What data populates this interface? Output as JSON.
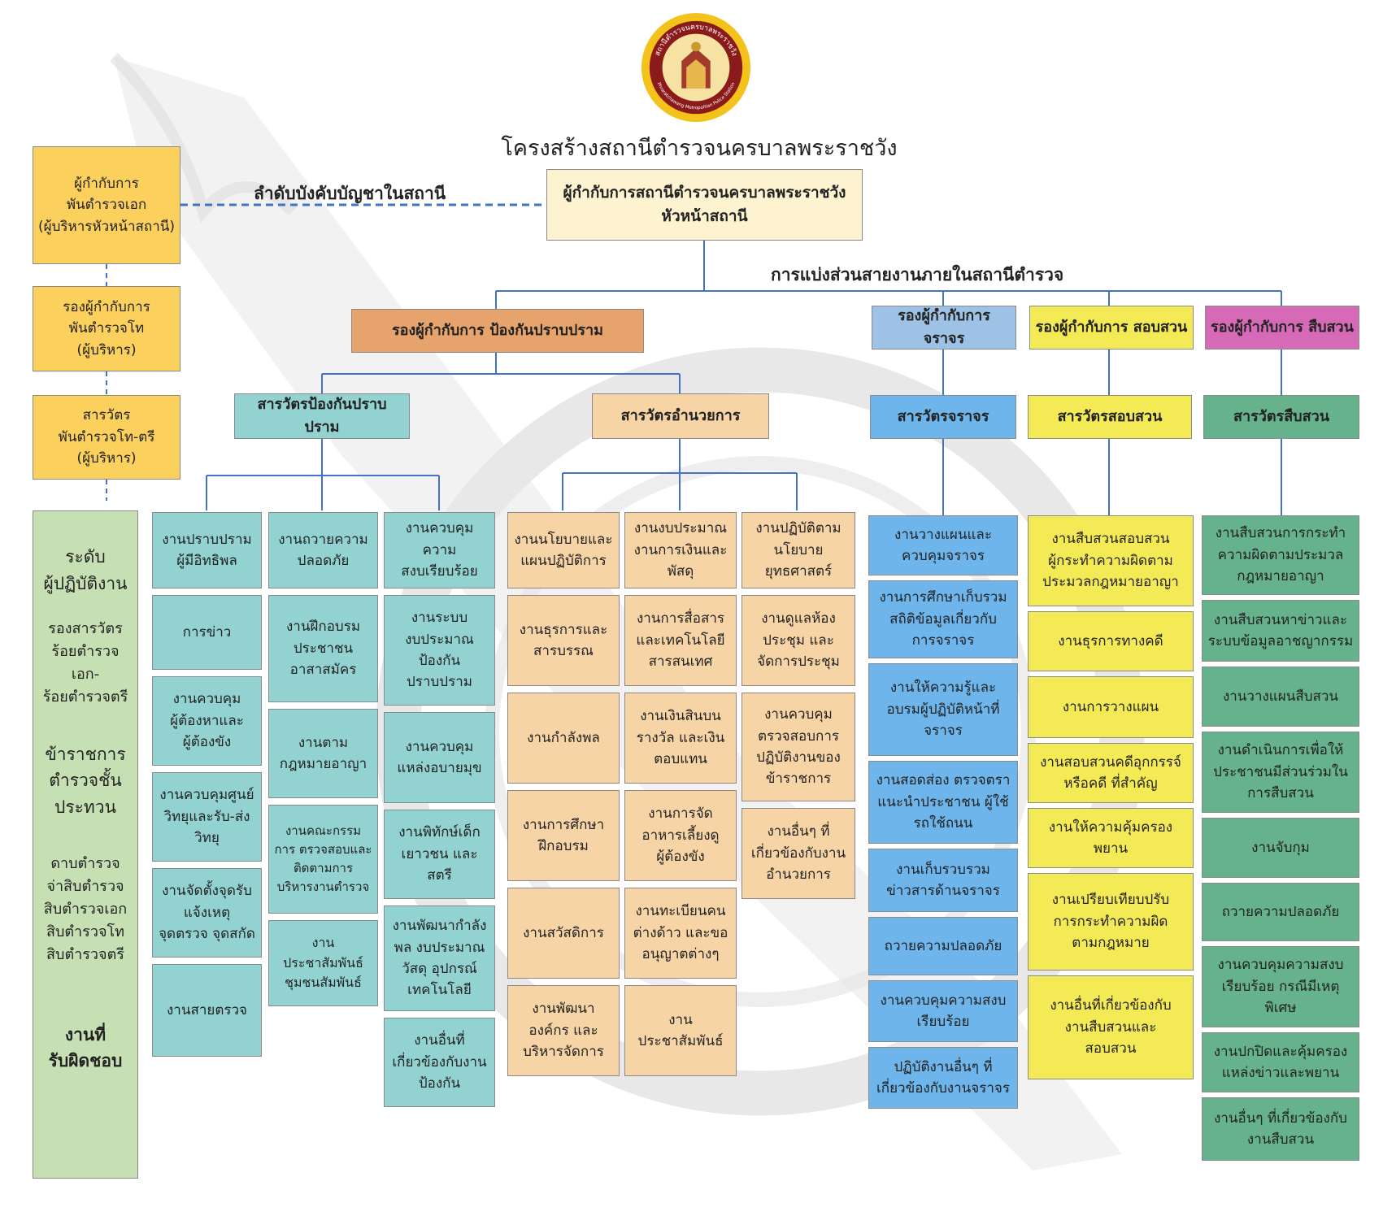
{
  "title": "โครงสร้างสถานีตำรวจนครบาลพระราชวัง",
  "logo": {
    "ring_text_top": "สถานีตำรวจนครบาลพระราชวัง",
    "ring_text_bottom": "Phraratchawang Metropolitan Police Station"
  },
  "labels": {
    "command_chain": "ลำดับบังคับบัญชาในสถานี",
    "division": "การแบ่งส่วนสายงานภายในสถานีตำรวจ"
  },
  "head": "ผู้กำกับการสถานีตำรวจนครบาลพระราชวัง\nหัวหน้าสถานี",
  "left_column": {
    "rank1": "ผู้กำกับการ\nพันตำรวจเอก\n(ผู้บริหารหัวหน้าสถานี)",
    "rank2": "รองผู้กำกับการ\nพันตำรวจโท\n(ผู้บริหาร)",
    "rank3": "สารวัตร\nพันตำรวจโท-ตรี\n(ผู้บริหาร)",
    "operator": {
      "level": "ระดับ\nผู้ปฏิบัติงาน",
      "deputy_inspector": "รองสารวัตร\nร้อยตำรวจเอก-\nร้อยตำรวจตรี",
      "commissioned": "ข้าราชการ\nตำรวจชั้น\nประทวน",
      "ranks": "ดาบตำรวจ\nจ่าสิบตำรวจ\nสิบตำรวจเอก\nสิบตำรวจโท\nสิบตำรวจตรี",
      "duty": "งานที่\nรับผิดชอบ"
    }
  },
  "deputies": {
    "prevention": "รองผู้กำกับการ ป้องกันปราบปราม",
    "traffic": "รองผู้กำกับการ จราจร",
    "investigation": "รองผู้กำกับการ สอบสวน",
    "intelligence": "รองผู้กำกับการ สืบสวน"
  },
  "inspectors": {
    "prevention": "สารวัตรป้องกันปราบปราม",
    "admin": "สารวัตรอำนวยการ",
    "traffic": "สารวัตรจราจร",
    "investigation": "สารวัตรสอบสวน",
    "intelligence": "สารวัตรสืบสวน"
  },
  "tasks": {
    "prev_col1": [
      "งานปราบปราม\nผู้มีอิทธิพล",
      "การข่าว",
      "งานควบคุม\nผู้ต้องหาและ\nผู้ต้องขัง",
      "งานควบคุมศูนย์\nวิทยุและรับ-ส่ง\nวิทยุ",
      "งานจัดตั้งจุดรับ\nแจ้งเหตุ\nจุดตรวจ จุดสกัด",
      "งานสายตรวจ"
    ],
    "prev_col2": [
      "งานถวายความ\nปลอดภัย",
      "งานฝึกอบรม\nประชาชน\nอาสาสมัคร",
      "งานตาม\nกฎหมายอาญา",
      "งานคณะกรรม\nการ ตรวจสอบและ\nติดตามการ\nบริหารงานตำรวจ",
      "งานประชาสัมพันธ์\nชุมชนสัมพันธ์"
    ],
    "prev_col3": [
      "งานควบคุมความ\nสงบเรียบร้อย",
      "งานระบบ\nงบประมาณ\nป้องกัน\nปราบปราม",
      "งานควบคุม\nแหล่งอบายมุข",
      "งานพิทักษ์เด็ก\nเยาวชน และสตรี",
      "งานพัฒนากำลัง\nพล งบประมาณ\nวัสดุ อุปกรณ์\nเทคโนโลยี",
      "งานอื่นที่\nเกี่ยวข้องกับงาน\nป้องกัน"
    ],
    "admin_col1": [
      "งานนโยบายและ\nแผนปฏิบัติการ",
      "งานธุรการและ\nสารบรรณ",
      "งานกำลังพล",
      "งานการศึกษา\nฝึกอบรม",
      "งานสวัสดิการ",
      "งานพัฒนา\nองค์กร และ\nบริหารจัดการ"
    ],
    "admin_col2": [
      "งานงบประมาณ\nงานการเงินและ\nพัสดุ",
      "งานการสื่อสาร\nและเทคโนโลยี\nสารสนเทศ",
      "งานเงินสินบน\nรางวัล และเงิน\nตอบแทน",
      "งานการจัด\nอาหารเลี้ยงดู\nผู้ต้องขัง",
      "งานทะเบียนคน\nต่างด้าว และขอ\nอนุญาตต่างๆ",
      "งาน\nประชาสัมพันธ์"
    ],
    "admin_col3": [
      "งานปฏิบัติตาม\nนโยบาย\nยุทธศาสตร์",
      "งานดูแลห้อง\nประชุม และ\nจัดการประชุม",
      "งานควบคุม\nตรวจสอบการ\nปฏิบัติงานของ\nข้าราชการ",
      "งานอื่นๆ ที่\nเกี่ยวข้องกับงาน\nอำนวยการ"
    ],
    "traffic": [
      "งานวางแผนและ\nควบคุมจราจร",
      "งานการศึกษาเก็บรวม\nสถิติข้อมูลเกี่ยวกับ\nการจราจร",
      "งานให้ความรู้และ\nอบรมผู้ปฏิบัติหน้าที่\nจราจร",
      "งานสอดส่อง ตรวจตรา\nแนะนำประชาชน ผู้ใช้\nรถใช้ถนน",
      "งานเก็บรวบรวม\nข่าวสารด้านจราจร",
      "ถวายความปลอดภัย",
      "งานควบคุมความสงบ\nเรียบร้อย",
      "ปฏิบัติงานอื่นๆ ที่\nเกี่ยวข้องกับงานจราจร"
    ],
    "investigation": [
      "งานสืบสวนสอบสวน\nผู้กระทำความผิดตาม\nประมวลกฎหมายอาญา",
      "งานธุรการทางคดี",
      "งานการวางแผน",
      "งานสอบสวนคดีอุกกรรจ์\nหรือคดี ที่สำคัญ",
      "งานให้ความคุ้มครอง\nพยาน",
      "งานเปรียบเทียบปรับ\nการกระทำความผิด\nตามกฎหมาย",
      "งานอื่นที่เกี่ยวข้องกับ\nงานสืบสวนและ\nสอบสวน"
    ],
    "intelligence": [
      "งานสืบสวนการกระทำ\nความผิดตามประมวล\nกฎหมายอาญา",
      "งานสืบสวนหาข่าวและ\nระบบข้อมูลอาชญากรรม",
      "งานวางแผนสืบสวน",
      "งานดำเนินการเพื่อให้\nประชาชนมีส่วนร่วมใน\nการสืบสวน",
      "งานจับกุม",
      "ถวายความปลอดภัย",
      "งานควบคุมความสงบ\nเรียบร้อย กรณีมีเหตุ\nพิเศษ",
      "งานปกปิดและคุ้มครอง\nแหล่งข่าวและพยาน",
      "งานอื่นๆ ที่เกี่ยวข้องกับ\nงานสืบสวน"
    ]
  },
  "colors": {
    "prevention_deputy": "#e6a36c",
    "admin": "#f7d4a6",
    "prevention_tasks": "#92d3d2",
    "traffic_deputy": "#9dc2e6",
    "traffic_tasks": "#6db5ea",
    "investigation": "#f4ea55",
    "intelligence_deputy": "#d66ab7",
    "intelligence_tasks": "#65b28c",
    "ranks": "#fbd05c",
    "head": "#fdf3d0",
    "operator": "#c6e0b4",
    "connector": "#4472c4"
  }
}
